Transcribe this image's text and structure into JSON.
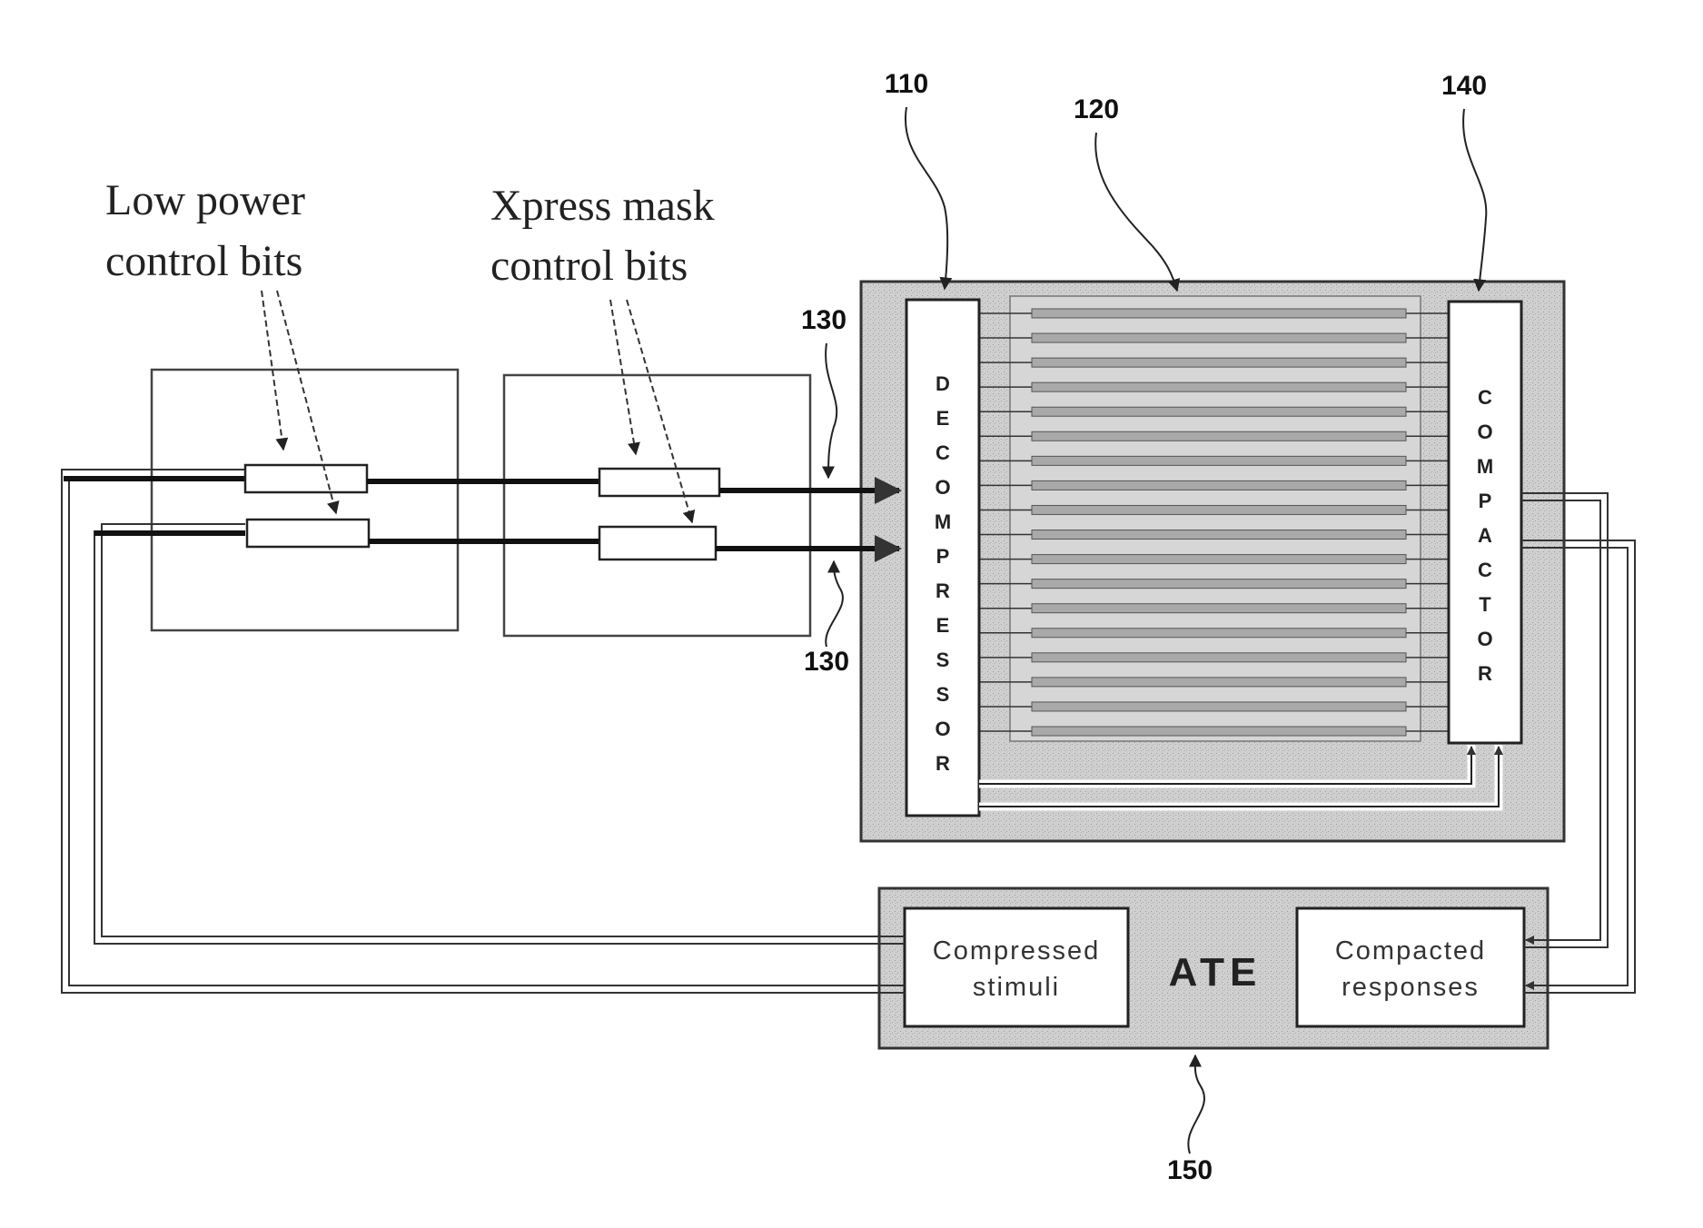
{
  "labels": {
    "low_power_line1": "Low power",
    "low_power_line2": "control bits",
    "xpress_line1": "Xpress mask",
    "xpress_line2": "control bits",
    "decompressor": "DECOMPRESSOR",
    "compactor": "COMPACTOR",
    "ate": "ATE",
    "compressed_line1": "Compressed",
    "compressed_line2": "stimuli",
    "compacted_line1": "Compacted",
    "compacted_line2": "responses"
  },
  "refs": {
    "decompressor": "110",
    "scan_chains": "120",
    "inputs_top": "130",
    "inputs_bottom": "130",
    "compactor": "140",
    "ate": "150"
  },
  "scan_chain_count": 18,
  "colors": {
    "line": "#222222",
    "shaded": "#c9c9c9",
    "chain": "#a9a9a9"
  }
}
